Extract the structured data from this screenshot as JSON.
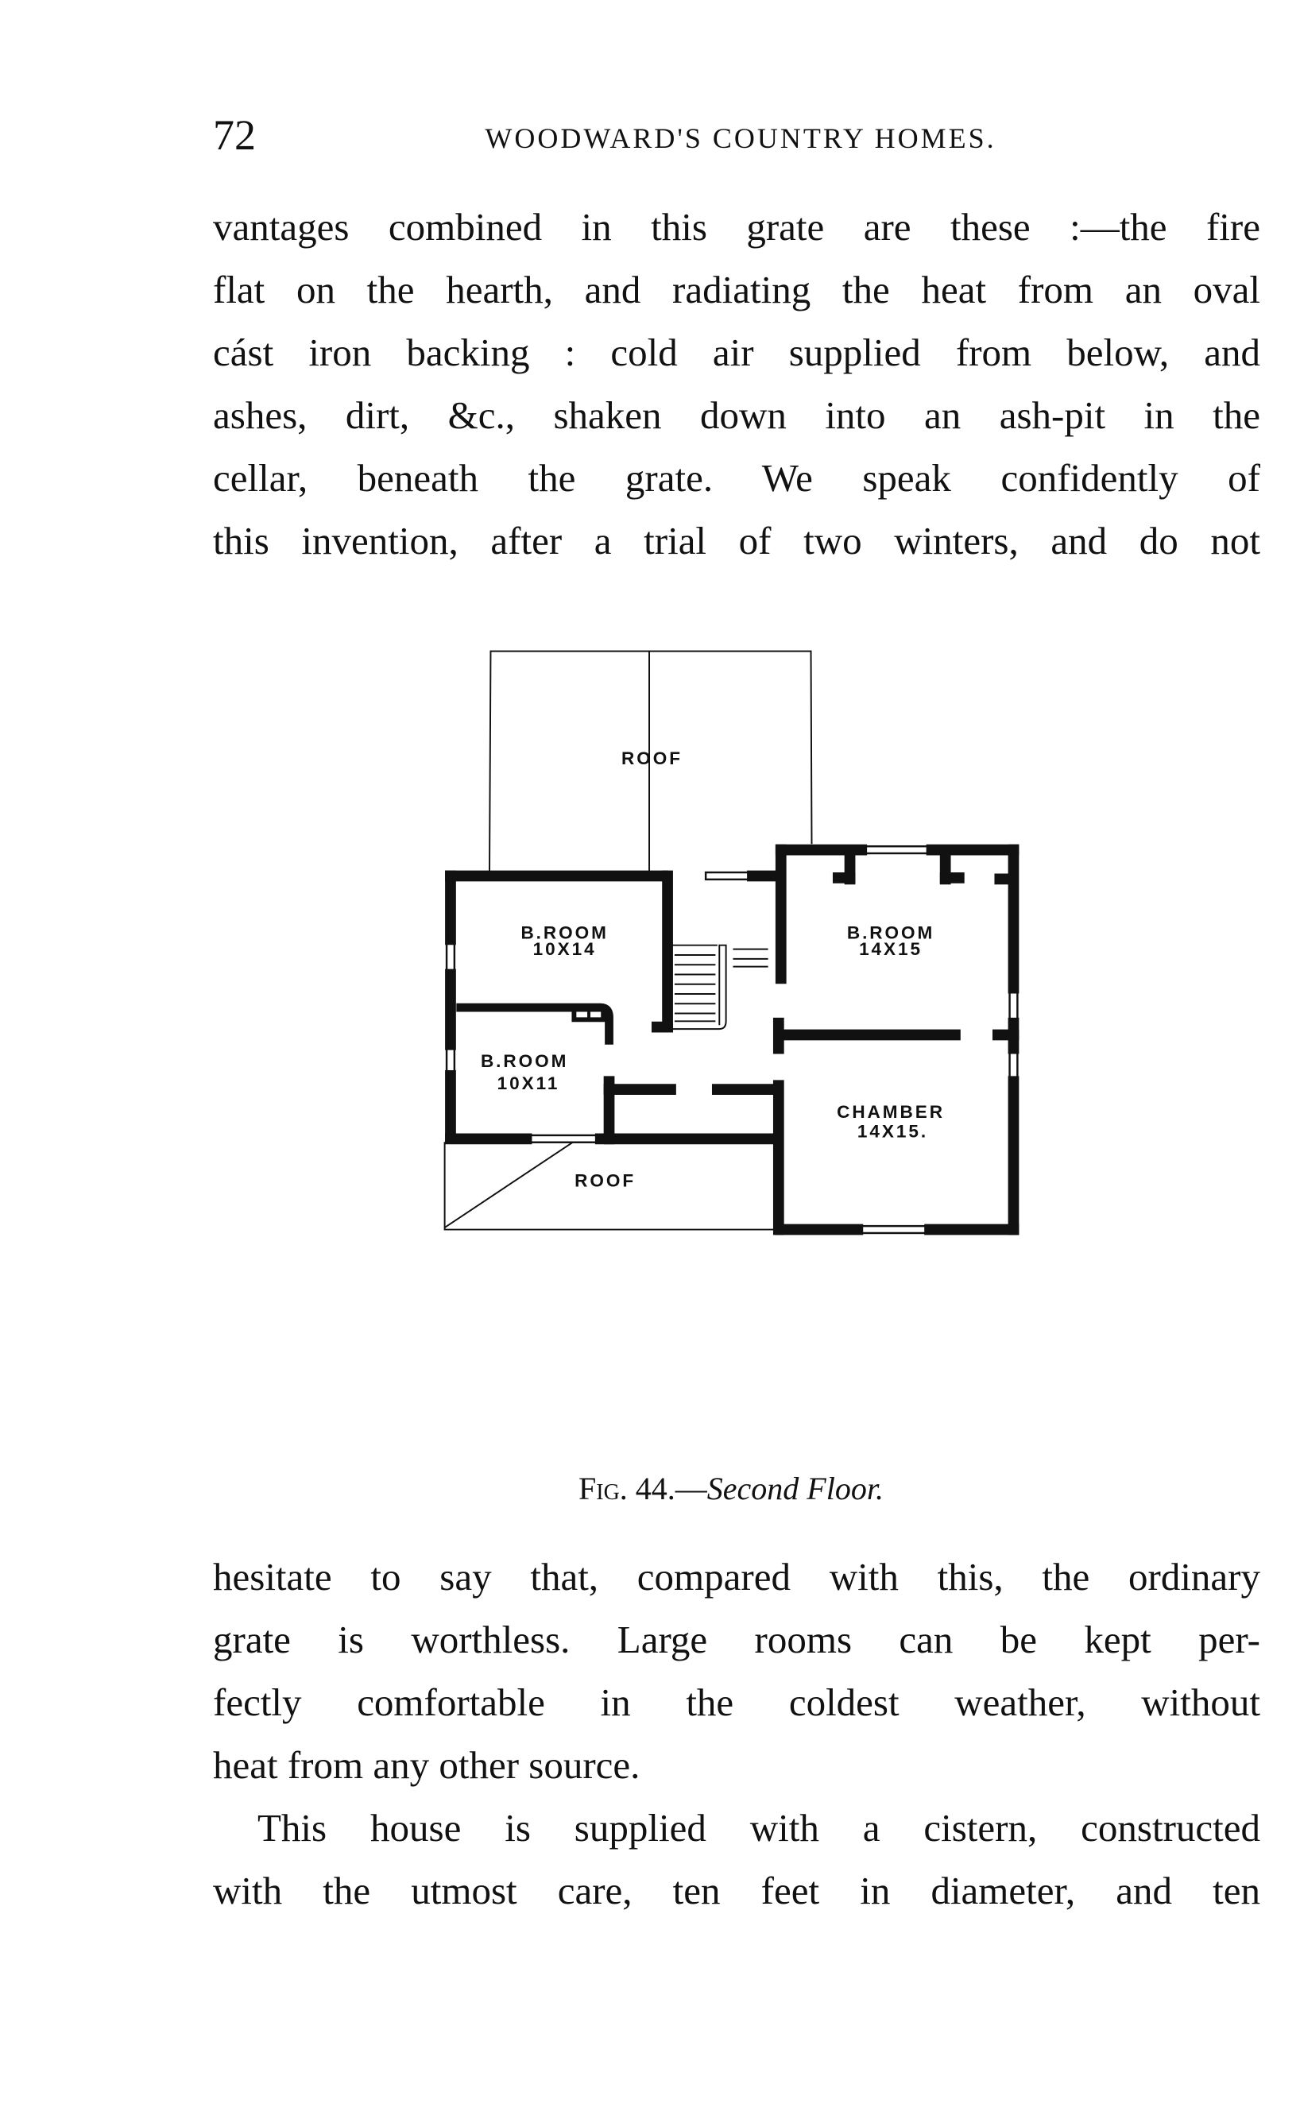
{
  "header": {
    "page_number": "72",
    "running_title": "WOODWARD'S COUNTRY HOMES."
  },
  "body_top": {
    "lines": [
      "vantages combined in this grate are these :—the fire",
      "flat on the hearth, and radiating the heat from an oval",
      "cást iron backing : cold air supplied from below, and",
      "ashes, dirt, &c., shaken down into an ash-pit in the",
      "cellar, beneath the grate. We speak confidently of",
      "this invention, after a trial of two winters, and do not"
    ]
  },
  "figure": {
    "labels": {
      "roof_upper": "ROOF",
      "broom_1": "B.ROOM",
      "broom_1_size": "10X14",
      "broom_2": "B.ROOM",
      "broom_2_size": "14X15",
      "broom_3": "B.ROOM",
      "broom_3_size": "10X11",
      "chamber": "CHAMBER",
      "chamber_size": "14X15.",
      "roof_lower": "ROOF"
    },
    "caption_fig": "Fig. 44.",
    "caption_dash": "—",
    "caption_title": "Second Floor."
  },
  "body_bottom": {
    "lines": [
      "hesitate to say that, compared with this, the ordinary",
      "grate is worthless. Large rooms can be kept per-",
      "fectly comfortable in the coldest weather, without",
      "heat from any other source."
    ],
    "para2_lines": [
      "This house is supplied with a cistern, constructed",
      "with the utmost care, ten feet in diameter, and ten"
    ]
  }
}
